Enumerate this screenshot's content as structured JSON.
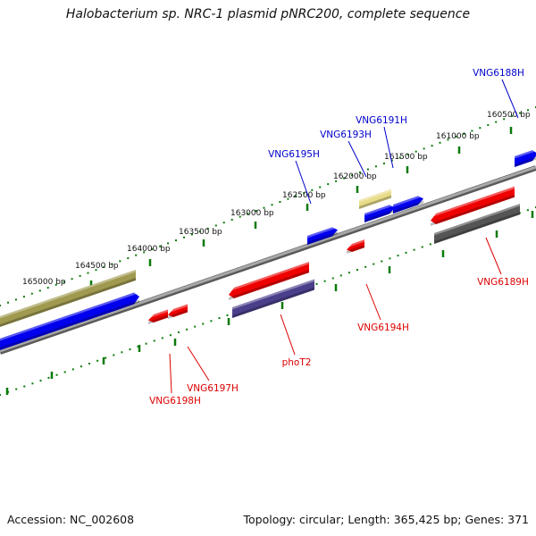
{
  "title": "Halobacterium sp. NRC-1 plasmid pNRC200, complete sequence",
  "footer": {
    "accession": "Accession: NC_002608",
    "topology": "Topology: circular; Length: 365,425 bp; Genes: 371"
  },
  "ruler": {
    "ticks": [
      "165000 bp",
      "164500 bp",
      "164000 bp",
      "163500 bp",
      "163000 bp",
      "162500 bp",
      "162000 bp",
      "161500 bp",
      "161000 bp",
      "160500 bp"
    ]
  },
  "genes": [
    {
      "label": "VNG6188H",
      "strand": "forward",
      "color": "#0000cc"
    },
    {
      "label": "VNG6191H",
      "strand": "forward",
      "color": "#0000cc"
    },
    {
      "label": "VNG6193H",
      "strand": "forward",
      "color": "#0000cc"
    },
    {
      "label": "VNG6195H",
      "strand": "forward",
      "color": "#0000cc"
    },
    {
      "label": "VNG6189H",
      "strand": "reverse",
      "color": "#dd0000"
    },
    {
      "label": "VNG6194H",
      "strand": "reverse",
      "color": "#dd0000"
    },
    {
      "label": "phoT2",
      "strand": "reverse",
      "color": "#dd0000"
    },
    {
      "label": "VNG6197H",
      "strand": "reverse",
      "color": "#dd0000"
    },
    {
      "label": "VNG6198H",
      "strand": "reverse",
      "color": "#dd0000"
    }
  ],
  "colors": {
    "forward": "#0000ee",
    "reverse": "#ee0000",
    "backbone": "#808080",
    "tick": "#0a7a0a",
    "olive": "#a09a50",
    "pale_yellow": "#e8dc8a",
    "purple": "#4a3f8a",
    "gray_feature": "#555555"
  }
}
